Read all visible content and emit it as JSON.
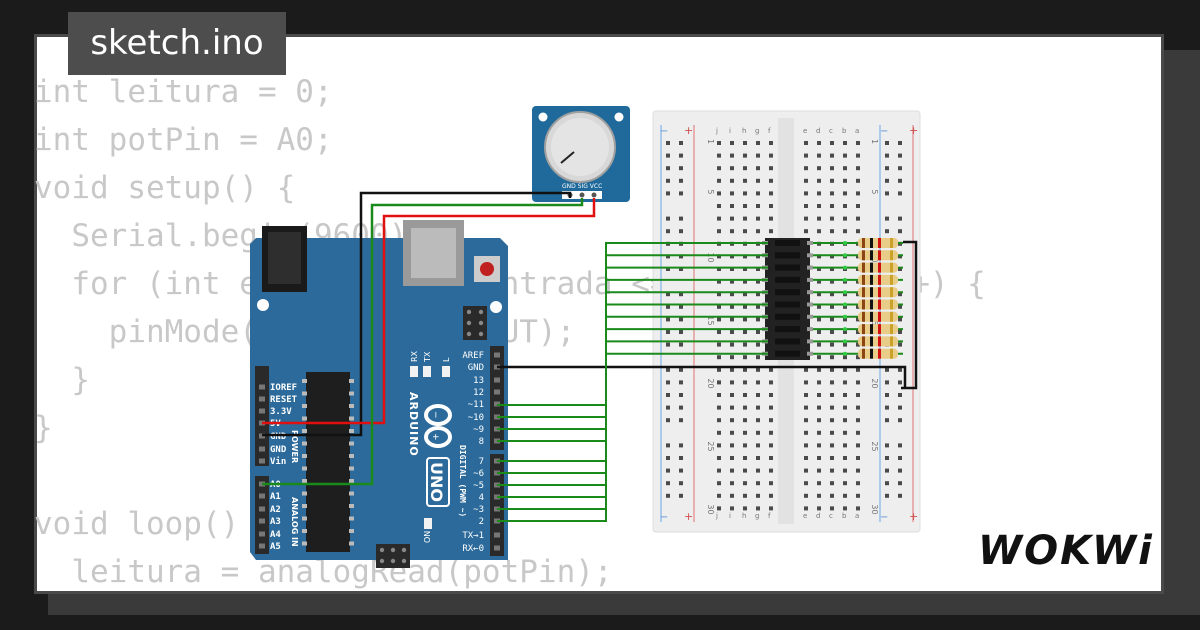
{
  "tab": {
    "title": "sketch.ino"
  },
  "code_lines": [
    "int leitura = 0;",
    "int potPin = A0;",
    "void setup() {",
    "  Serial.begin(9600);",
    "  for (int entrada = 2; entrada <= 11; entrada++) {",
    "    pinMode(entrada, OUTPUT);",
    "  }",
    "}",
    "",
    "void loop() {",
    "  leitura = analogRead(potPin);"
  ],
  "brand": "WOKWi",
  "arduino": {
    "name": "ARDUINO",
    "model": "UNO",
    "on_label": "ON",
    "digital_label": "DIGITAL (PWM ~)",
    "power_label": "POWER",
    "analog_label": "ANALOG IN",
    "leds": [
      "RX",
      "TX",
      "L"
    ],
    "top_pins": [
      "AREF",
      "GND",
      "13",
      "12",
      "~11",
      "~10",
      "~9",
      "8"
    ],
    "bottom_pins": [
      "7",
      "~6",
      "~5",
      "4",
      "~3",
      "2",
      "TX→1",
      "RX←0"
    ],
    "power_pins": [
      "IOREF",
      "RESET",
      "3.3V",
      "5V",
      "GND",
      "GND",
      "Vin"
    ],
    "analog_pins": [
      "A0",
      "A1",
      "A2",
      "A3",
      "A4",
      "A5"
    ]
  },
  "potentiometer": {
    "pins_label": "GND SIG VCC"
  },
  "breadboard": {
    "row_letters_left": [
      "j",
      "i",
      "h",
      "g",
      "f"
    ],
    "row_letters_right": [
      "e",
      "d",
      "c",
      "b",
      "a"
    ],
    "row_numbers": [
      "1",
      "5",
      "10",
      "15",
      "20",
      "25",
      "30"
    ],
    "plus": "+",
    "minus": "−"
  },
  "colors": {
    "board": "#2b6a9a",
    "wire_black": "#111111",
    "wire_red": "#e01010",
    "wire_green": "#1a8a1a",
    "breadboard": "#eeeeee",
    "pot": "#1f6a9a"
  }
}
